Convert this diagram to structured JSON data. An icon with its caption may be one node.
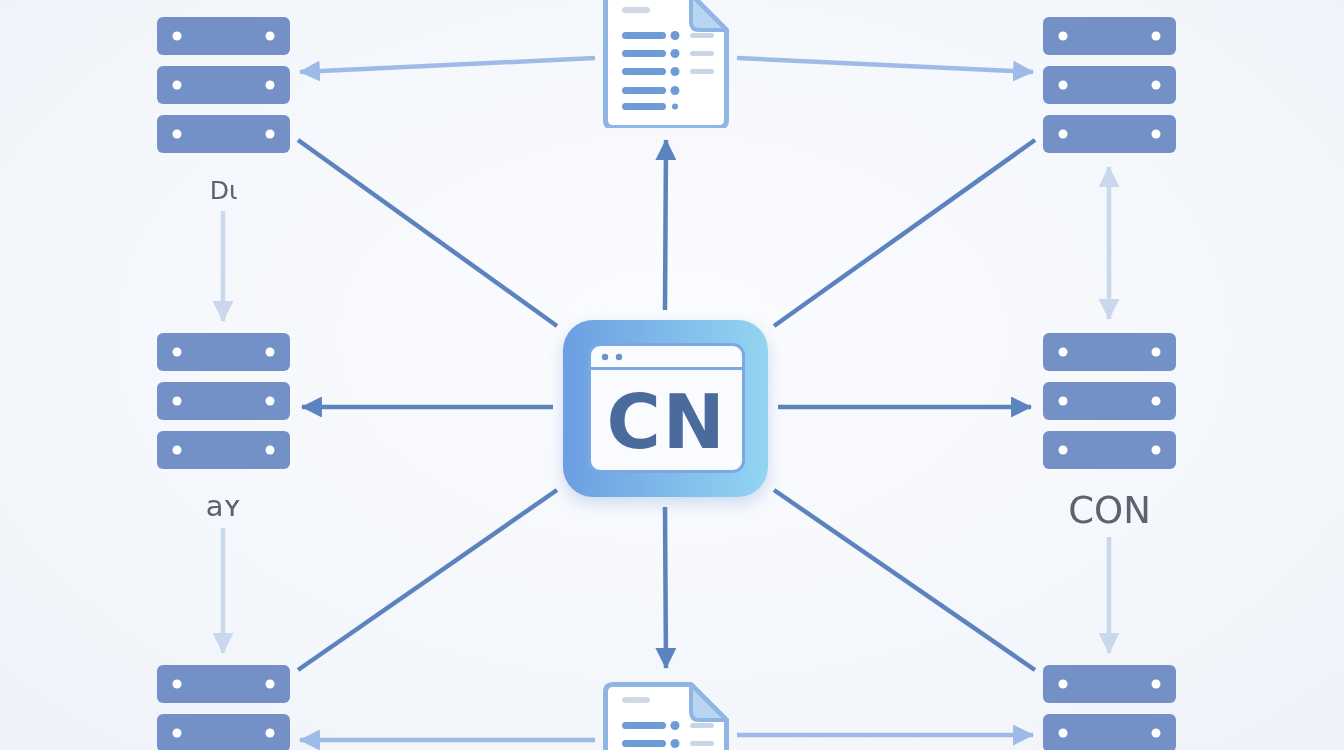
{
  "diagram": {
    "nodes": [
      {
        "text": [],
        "shape": "server",
        "beside": [
          "Dɩ"
        ]
      },
      {
        "text": [],
        "shape": "document"
      },
      {
        "text": [],
        "shape": "server"
      },
      {
        "text": [],
        "shape": "server",
        "beside": [
          "aʏ"
        ]
      },
      {
        "text": [
          "CN"
        ]
      },
      {
        "text": [],
        "shape": "server",
        "beside": [
          "CON"
        ]
      },
      {
        "text": [],
        "shape": "server"
      },
      {
        "text": [],
        "shape": "document"
      },
      {
        "text": [],
        "shape": "server"
      }
    ],
    "edges": [
      {
        "from": 1,
        "to": 0,
        "arrow": "to",
        "color": "#9dbbe6"
      },
      {
        "from": 1,
        "to": 2,
        "arrow": "to",
        "color": "#9dbbe6"
      },
      {
        "from": 4,
        "to": 0,
        "arrow": "none"
      },
      {
        "from": 4,
        "to": 1,
        "arrow": "to"
      },
      {
        "from": 4,
        "to": 2,
        "arrow": "none"
      },
      {
        "from": 4,
        "to": 3,
        "arrow": "to"
      },
      {
        "from": 4,
        "to": 5,
        "arrow": "to"
      },
      {
        "from": 4,
        "to": 6,
        "arrow": "none"
      },
      {
        "from": 4,
        "to": 7,
        "arrow": "to"
      },
      {
        "from": 4,
        "to": 8,
        "arrow": "none"
      },
      {
        "from": 0,
        "to": 3,
        "arrow": "to",
        "color": "#cad8ee"
      },
      {
        "from": 3,
        "to": 6,
        "arrow": "to",
        "color": "#cad8ee"
      },
      {
        "from": 2,
        "to": 5,
        "arrow": "both",
        "color": "#cad8ee"
      },
      {
        "from": 5,
        "to": 8,
        "arrow": "to",
        "color": "#cad8ee"
      },
      {
        "from": 7,
        "to": 6,
        "arrow": "to",
        "color": "#9dbbe6"
      },
      {
        "from": 7,
        "to": 8,
        "arrow": "to",
        "color": "#9dbbe6"
      }
    ]
  }
}
